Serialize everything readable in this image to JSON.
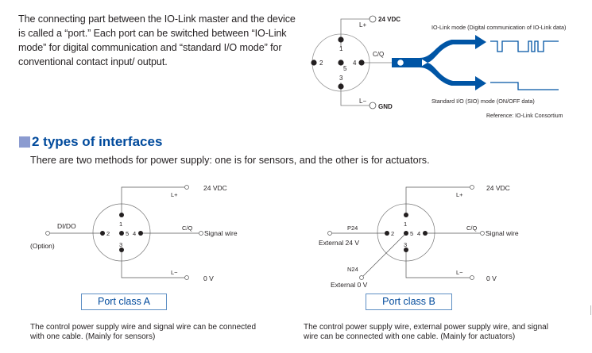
{
  "intro": {
    "text": "The connecting part between the IO-Link master and the device is called a “port.” Each port can be switched between “IO-Link mode” for digital communication and “standard I/O mode” for conventional contact input/ output."
  },
  "top_diagram": {
    "supply_label": "24 VDC",
    "l_plus": "L+",
    "l_minus": "L−",
    "gnd_label": "GND",
    "cq_label": "C/Q",
    "pins": [
      "1",
      "2",
      "3",
      "4",
      "5"
    ],
    "iolink_mode_label": "IO-Link mode (Digital communication of IO-Link data)",
    "sio_mode_label": "Standard I/O (SIO) mode (ON/OFF data)",
    "reference": "Reference: IO-Link Consortium",
    "accent_color": "#0055a5"
  },
  "section": {
    "title": "2 types of interfaces",
    "subtitle": "There are two methods for power supply: one is for sensors, and the other is for actuators.",
    "title_color": "#004a9c",
    "marker_color": "#8b9bd0"
  },
  "port_a": {
    "supply_label": "24 VDC",
    "l_plus": "L+",
    "l_minus": "L−",
    "zero_v": "0 V",
    "cq_label": "C/Q",
    "signal_label": "Signal wire",
    "dido_label": "DI/DO",
    "option_label": "(Option)",
    "pins": [
      "1",
      "2",
      "3",
      "4",
      "5"
    ],
    "class_label": "Port class A",
    "description": "The control power supply wire and signal wire can be connected with one cable. (Mainly for sensors)"
  },
  "port_b": {
    "supply_label": "24 VDC",
    "l_plus": "L+",
    "l_minus": "L−",
    "zero_v": "0 V",
    "cq_label": "C/Q",
    "signal_label": "Signal wire",
    "p24_label": "P24",
    "ext24_label": "External 24 V",
    "n24_label": "N24",
    "ext0_label": "External 0 V",
    "pins": [
      "1",
      "2",
      "3",
      "4",
      "5"
    ],
    "class_label": "Port class B",
    "description": "The control power supply wire, external power supply wire, and signal wire can be connected with one cable. (Mainly for actuators)"
  }
}
